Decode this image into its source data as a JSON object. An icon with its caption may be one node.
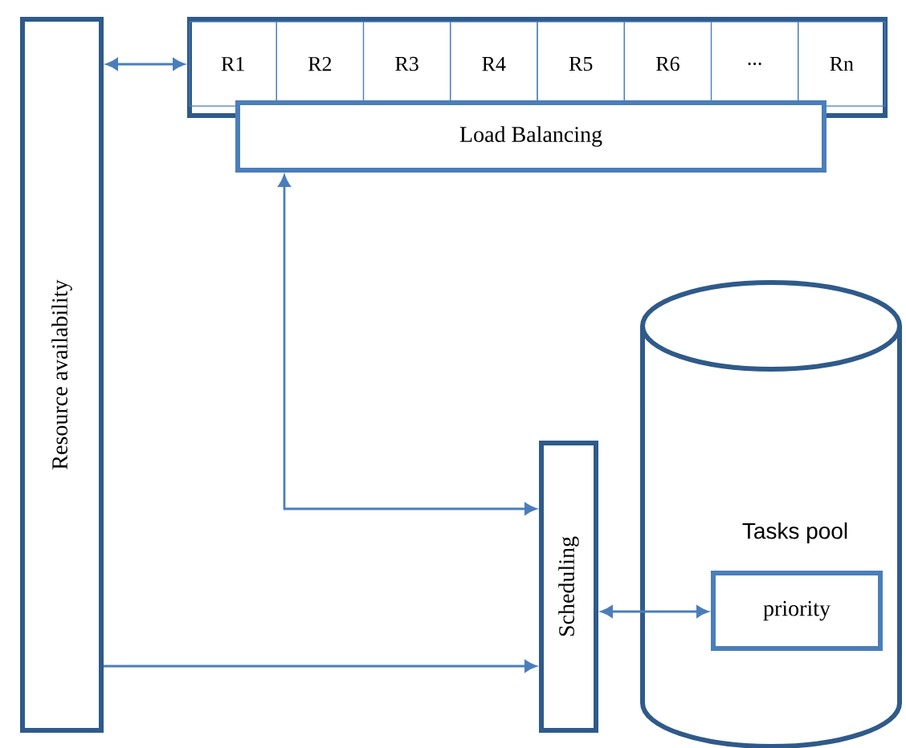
{
  "diagram": {
    "nodes": [
      {
        "text": [
          "Resource availability"
        ]
      },
      {
        "text": [],
        "shape": "box"
      },
      {
        "text": [
          "R1"
        ],
        "in": 1
      },
      {
        "text": [
          "R2"
        ],
        "in": 1
      },
      {
        "text": [
          "R3"
        ],
        "in": 1
      },
      {
        "text": [
          "R4"
        ],
        "in": 1
      },
      {
        "text": [
          "R5"
        ],
        "in": 1
      },
      {
        "text": [
          "R6"
        ],
        "in": 1
      },
      {
        "text": [
          "..."
        ],
        "in": 1
      },
      {
        "text": [
          "Rn"
        ],
        "in": 1
      },
      {
        "text": [
          "Load Balancing"
        ]
      },
      {
        "text": [
          "Scheduling"
        ]
      },
      {
        "text": [
          "Tasks pool"
        ]
      },
      {
        "text": [
          "priority"
        ],
        "in": 12
      }
    ],
    "edges": [
      {
        "from": 0,
        "to": 1,
        "arrow": "both"
      },
      {
        "from": 10,
        "to": 11,
        "arrow": "both"
      },
      {
        "from": 0,
        "to": 11,
        "arrow": "to"
      },
      {
        "from": 11,
        "to": 13,
        "arrow": "both"
      }
    ]
  }
}
